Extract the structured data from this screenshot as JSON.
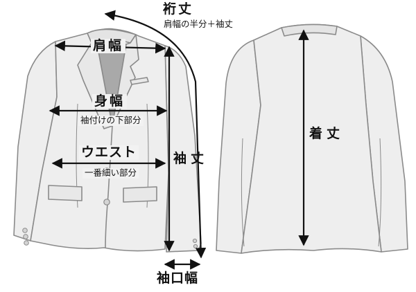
{
  "labels": {
    "yukitake": "裄丈",
    "yukitake_note": "肩幅の半分＋袖丈",
    "katahaba": "肩幅",
    "mihaba": "身幅",
    "mihaba_note": "袖付けの下部分",
    "waist": "ウエスト",
    "waist_note": "一番細い部分",
    "sodetake": "袖丈",
    "kitake": "着丈",
    "sodeguchi": "袖口幅"
  },
  "colors": {
    "garment_fill": "#eeeeee",
    "garment_stroke": "#8a8a8a",
    "lining": "#a9a9a9",
    "measure_line": "#111111"
  },
  "icons": [
    "double-arrow-icon",
    "button-icon"
  ]
}
